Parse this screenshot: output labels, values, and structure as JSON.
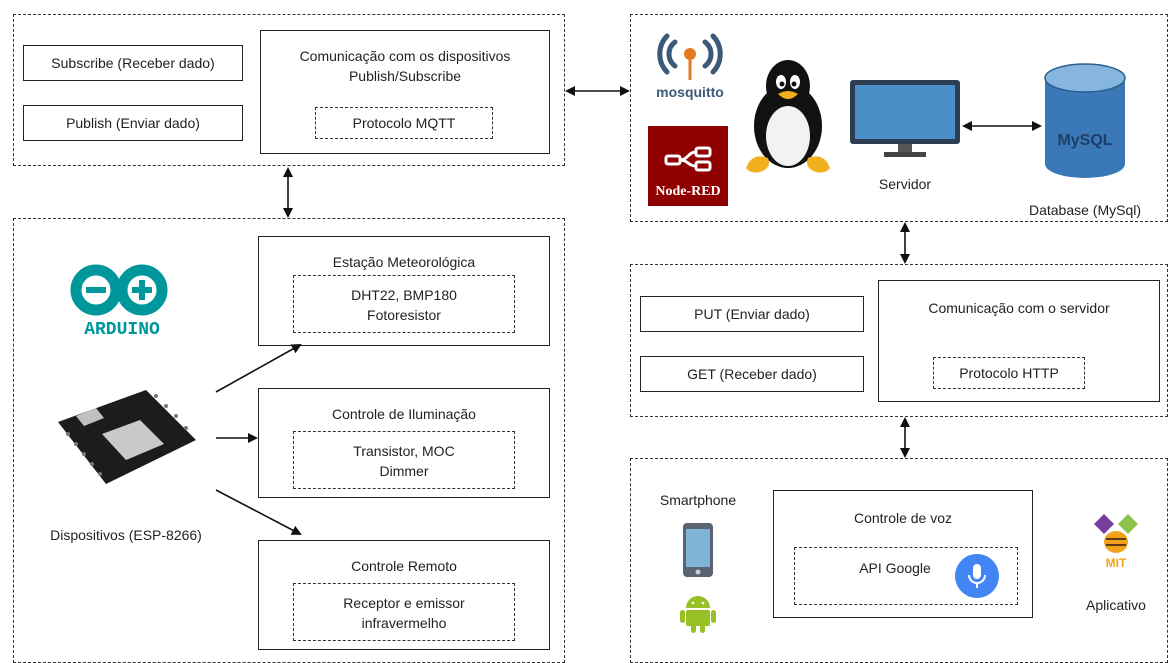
{
  "mqtt": {
    "subscribe": "Subscribe (Receber dado)",
    "publish": "Publish (Enviar dado)",
    "comm_title_1": "Comunicação com os dispositivos",
    "comm_title_2": "Publish/Subscribe",
    "protocol": "Protocolo MQTT"
  },
  "server": {
    "mosquitto": "mosquitto",
    "nodered": "Node-RED",
    "servidor": "Servidor",
    "database": "Database (MySql)",
    "mysql_logo": "MySQL"
  },
  "devices": {
    "arduino": "ARDUINO",
    "label": "Dispositivos (ESP-8266)",
    "meteo_title": "Estação Meteorológica",
    "meteo_line1": "DHT22, BMP180",
    "meteo_line2": "Fotoresistor",
    "light_title": "Controle de Iluminação",
    "light_line1": "Transistor, MOC",
    "light_line2": "Dimmer",
    "remote_title": "Controle Remoto",
    "remote_line1": "Receptor e emissor",
    "remote_line2": "infravermelho"
  },
  "http": {
    "put": "PUT (Enviar dado)",
    "get": "GET (Receber dado)",
    "comm_title": "Comunicação com o servidor",
    "protocol": "Protocolo HTTP"
  },
  "app": {
    "smartphone": "Smartphone",
    "voice_title": "Controle de voz",
    "api": "API Google",
    "mit": "MIT",
    "aplicativo": "Aplicativo"
  },
  "colors": {
    "mosquitto_blue": "#3c5a78",
    "mosquitto_orange": "#e07b22",
    "nodered": "#8f0000",
    "arduino_teal": "#00979c",
    "monitor_blue": "#4a90c8",
    "db_blue": "#3a78b8",
    "mic_blue": "#4285f4",
    "android_green": "#97c024"
  }
}
